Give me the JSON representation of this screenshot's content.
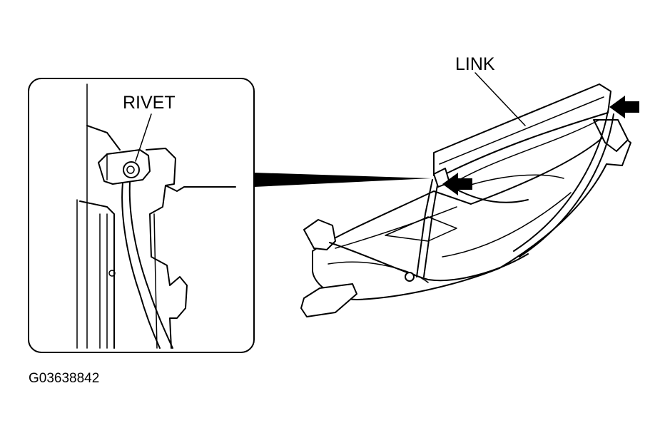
{
  "labels": {
    "rivet": "RIVET",
    "link": "LINK",
    "figure_code": "G03638842"
  },
  "colors": {
    "ink": "#000000",
    "paper": "#ffffff"
  }
}
